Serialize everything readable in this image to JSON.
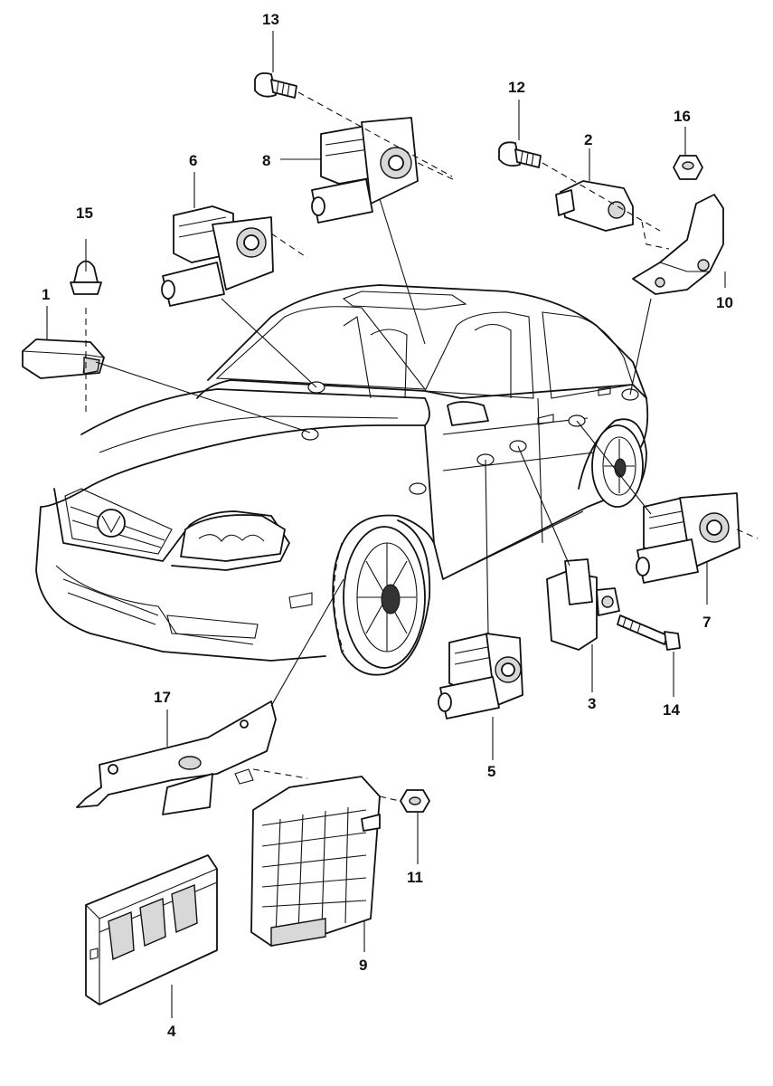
{
  "diagram": {
    "callouts": [
      {
        "id": "1",
        "label": "1"
      },
      {
        "id": "2",
        "label": "2"
      },
      {
        "id": "3",
        "label": "3"
      },
      {
        "id": "4",
        "label": "4"
      },
      {
        "id": "5",
        "label": "5"
      },
      {
        "id": "6",
        "label": "6"
      },
      {
        "id": "7",
        "label": "7"
      },
      {
        "id": "8",
        "label": "8"
      },
      {
        "id": "9",
        "label": "9"
      },
      {
        "id": "10",
        "label": "10"
      },
      {
        "id": "11",
        "label": "11"
      },
      {
        "id": "12",
        "label": "12"
      },
      {
        "id": "13",
        "label": "13"
      },
      {
        "id": "14",
        "label": "14"
      },
      {
        "id": "15",
        "label": "15"
      },
      {
        "id": "16",
        "label": "16"
      },
      {
        "id": "17",
        "label": "17"
      }
    ],
    "colors": {
      "line": "#111111",
      "fill": "#ffffff",
      "shade": "#d8d8d8"
    }
  }
}
